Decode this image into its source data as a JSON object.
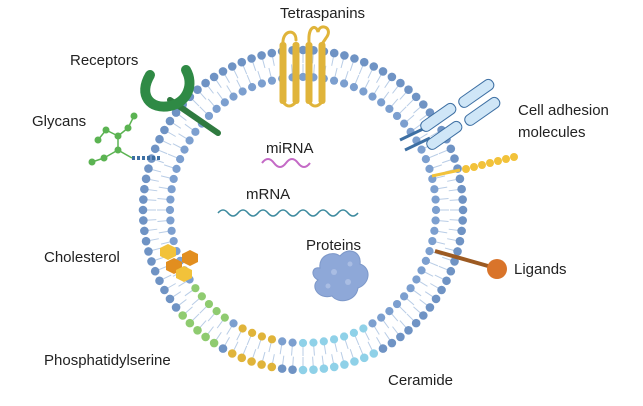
{
  "labels": {
    "tetraspanins": "Tetraspanins",
    "receptors": "Receptors",
    "glycans": "Glycans",
    "cell_adhesion_line1": "Cell adhesion",
    "cell_adhesion_line2": "molecules",
    "mirna": "miRNA",
    "mrna": "mRNA",
    "proteins": "Proteins",
    "cholesterol": "Cholesterol",
    "ligands": "Ligands",
    "phosphatidylserine": "Phosphatidylserine",
    "ceramide": "Ceramide"
  },
  "colors": {
    "head_outer": "#6f93c4",
    "head_inner": "#7c9fcf",
    "tail": "#b9cde6",
    "tetraspanin": "#e0b43a",
    "receptor": "#2f8a45",
    "glycan": "#5bb352",
    "cell_adhesion": "#cfe6f7",
    "cell_adhesion_stroke": "#3d6fa3",
    "ligand": "#d9742a",
    "ligand_stalk": "#9c5a22",
    "cholesterol": "#f2c23a",
    "cholesterol_dark": "#e28e1f",
    "phosphatidylserine": "#8fcb70",
    "ceramide": "#8fd1e8",
    "mirna": "#c46ac6",
    "mrna": "#3d8a9e",
    "protein": "#8ea8d8"
  }
}
